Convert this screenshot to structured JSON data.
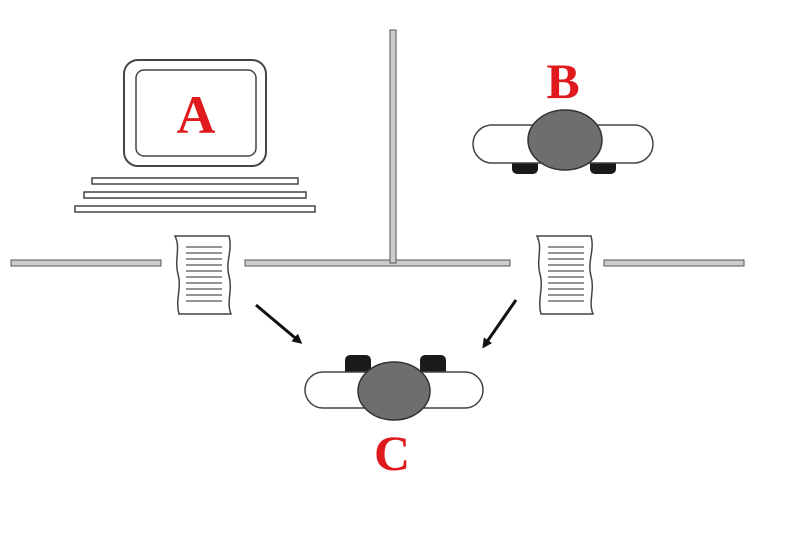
{
  "labels": {
    "computer": "A",
    "person_b": "B",
    "person_c": "C"
  },
  "colors": {
    "label": "#e0191c",
    "head": "#6e6e6e",
    "shoe": "#1a1a1a",
    "line": "#555555",
    "wall": "#cccccc"
  },
  "icons": {
    "computer": "computer-monitor-icon",
    "person_b": "person-top-view-icon",
    "person_c": "person-top-view-icon",
    "paper_left": "paper-document-icon",
    "paper_right": "paper-document-icon",
    "arrow_left": "arrow-down-right-icon",
    "arrow_right": "arrow-down-left-icon"
  }
}
